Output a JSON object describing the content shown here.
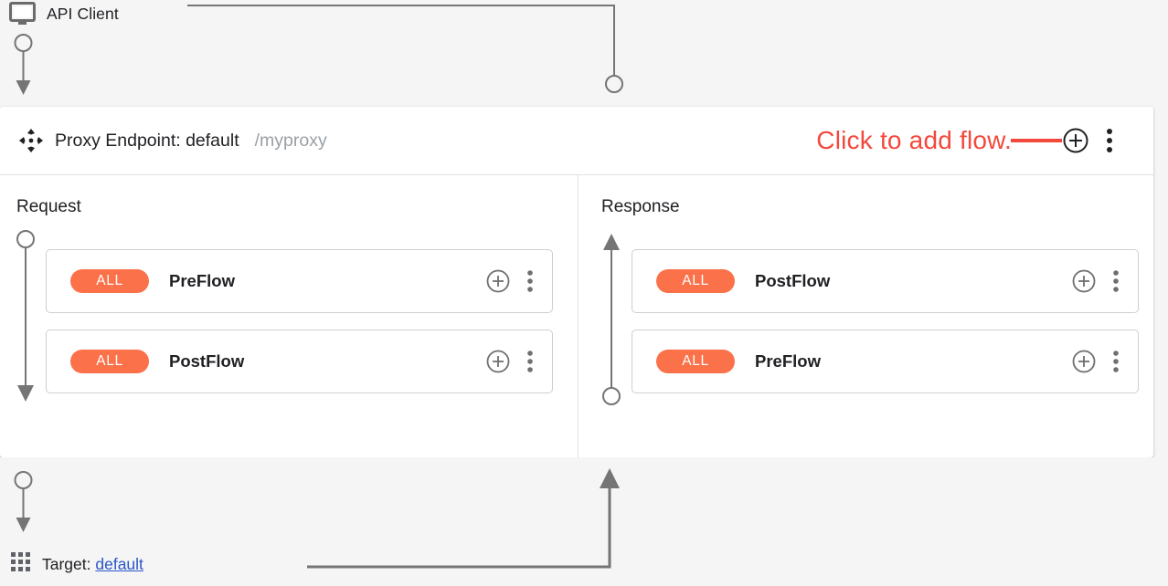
{
  "client": {
    "label": "API Client",
    "icon": "monitor-icon"
  },
  "proxy": {
    "drag_icon": "move-handle-icon",
    "title": "Proxy Endpoint: default",
    "basepath": "/myproxy",
    "annotation": "Click to add flow.",
    "annotation_color": "#f4483c",
    "add_icon": "plus-circle-icon",
    "menu_icon": "kebab-menu-icon"
  },
  "columns": [
    {
      "key": "request",
      "title": "Request",
      "direction": "down",
      "rows": [
        {
          "badge": "ALL",
          "name": "PreFlow"
        },
        {
          "badge": "ALL",
          "name": "PostFlow"
        }
      ]
    },
    {
      "key": "response",
      "title": "Response",
      "direction": "up",
      "rows": [
        {
          "badge": "ALL",
          "name": "PostFlow"
        },
        {
          "badge": "ALL",
          "name": "PreFlow"
        }
      ]
    }
  ],
  "target": {
    "icon": "grid-apps-icon",
    "label": "Target:",
    "name": "default"
  },
  "colors": {
    "badge": "#fb7149",
    "annotation": "#f4483c",
    "link": "#2a56c6",
    "wire": "#757575",
    "background": "#f5f5f5",
    "card": "#ffffff"
  }
}
